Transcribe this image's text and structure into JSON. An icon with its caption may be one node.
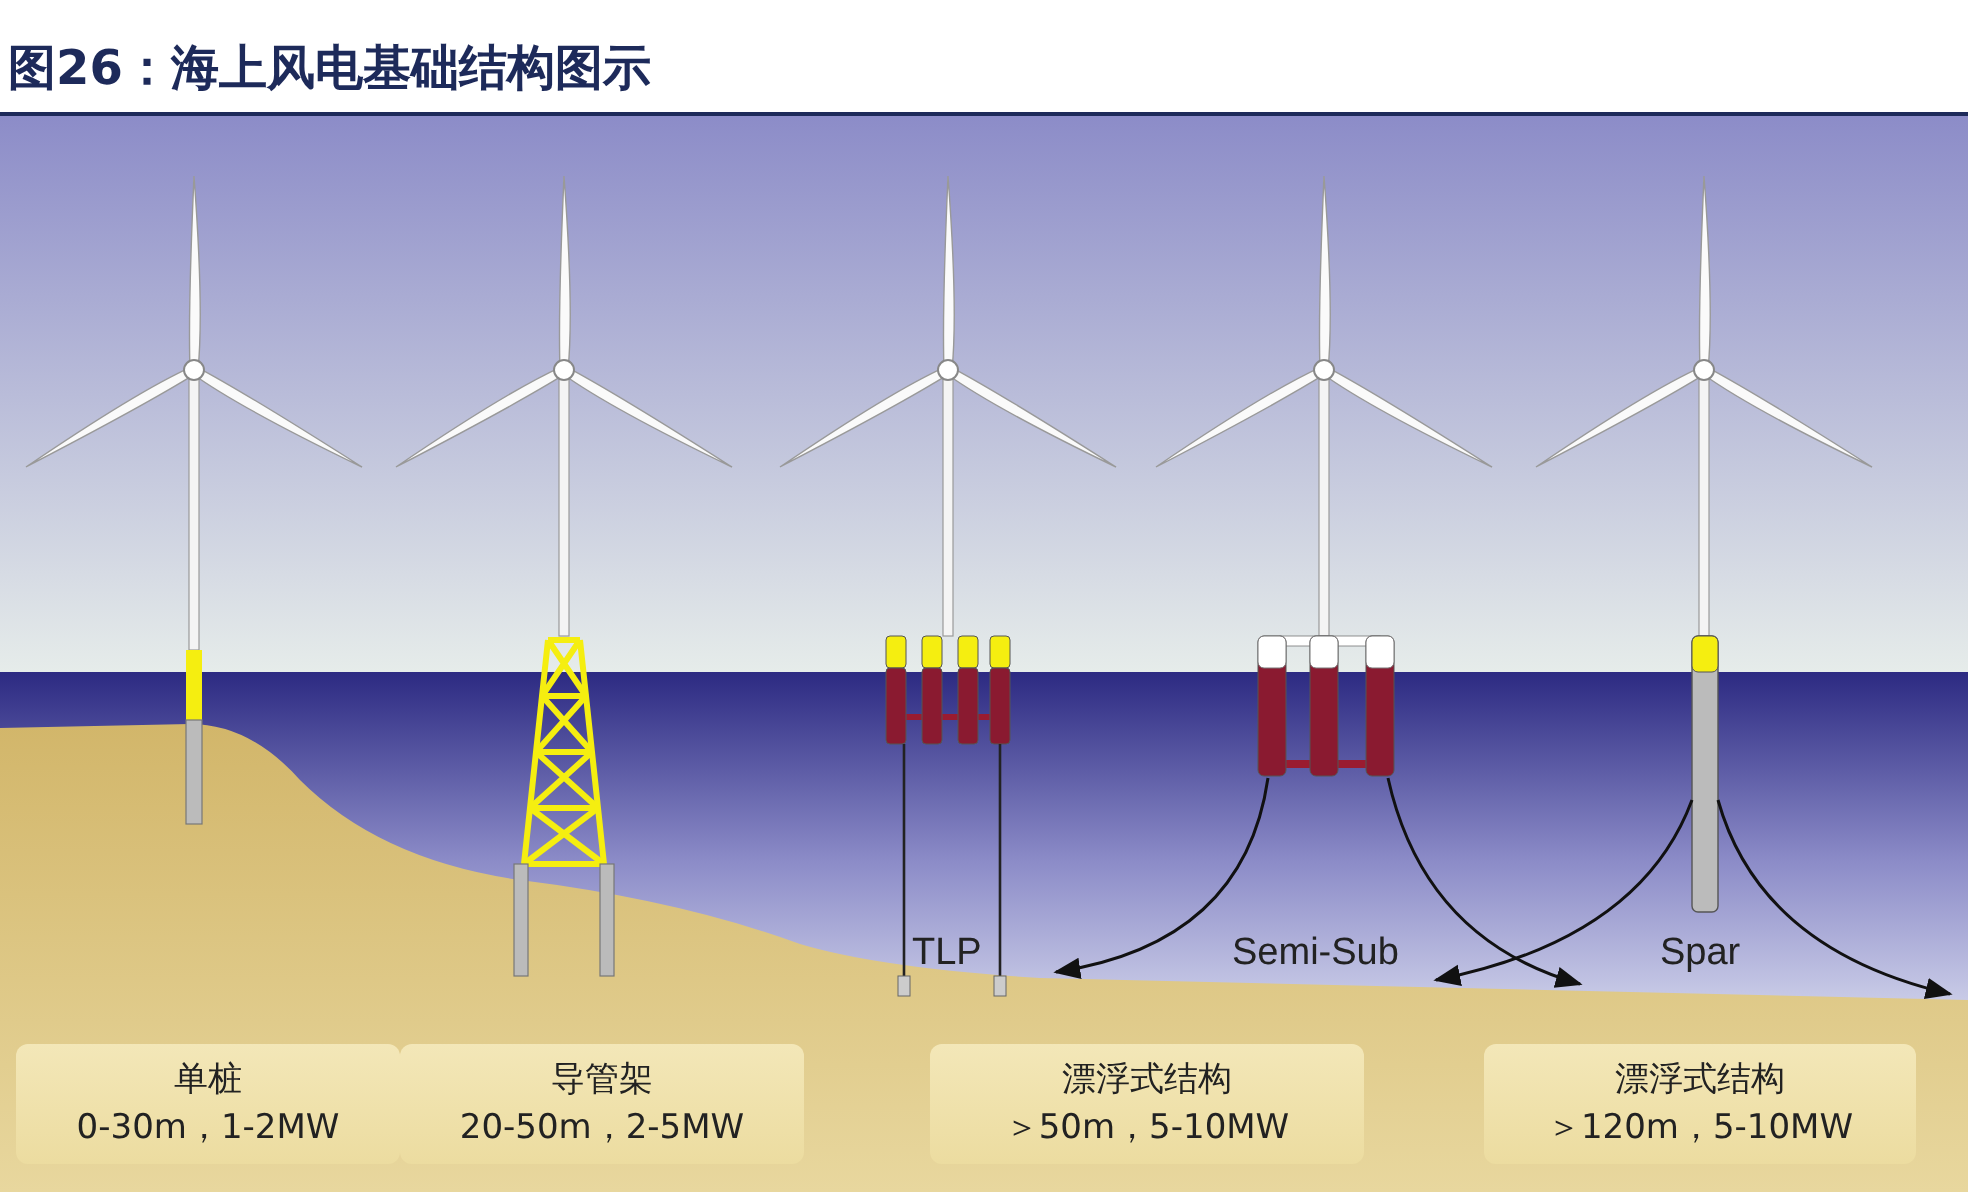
{
  "diagram": {
    "title": "图26：海上风电基础结构图示",
    "nodes": [
      {
        "text": [
          "单桩",
          "0-30m，1-2MW"
        ]
      },
      {
        "text": [
          "导管架",
          "20-50m，2-5MW"
        ]
      },
      {
        "text": [
          "漂浮式结构",
          "＞50m，5-10MW"
        ]
      },
      {
        "text": [
          "漂浮式结构",
          "＞120m，5-10MW"
        ]
      },
      {
        "text": [],
        "shape": "picture"
      },
      {
        "text": [],
        "shape": "picture"
      }
    ],
    "edges": [
      {
        "from": 4,
        "to": null,
        "arrow": "to"
      },
      {
        "from": 4,
        "to": null,
        "arrow": "to"
      },
      {
        "from": 5,
        "to": null,
        "arrow": "to"
      },
      {
        "from": 5,
        "to": null,
        "arrow": "to"
      }
    ],
    "labels": [
      "TLP",
      "Semi-Sub",
      "Spar"
    ]
  }
}
